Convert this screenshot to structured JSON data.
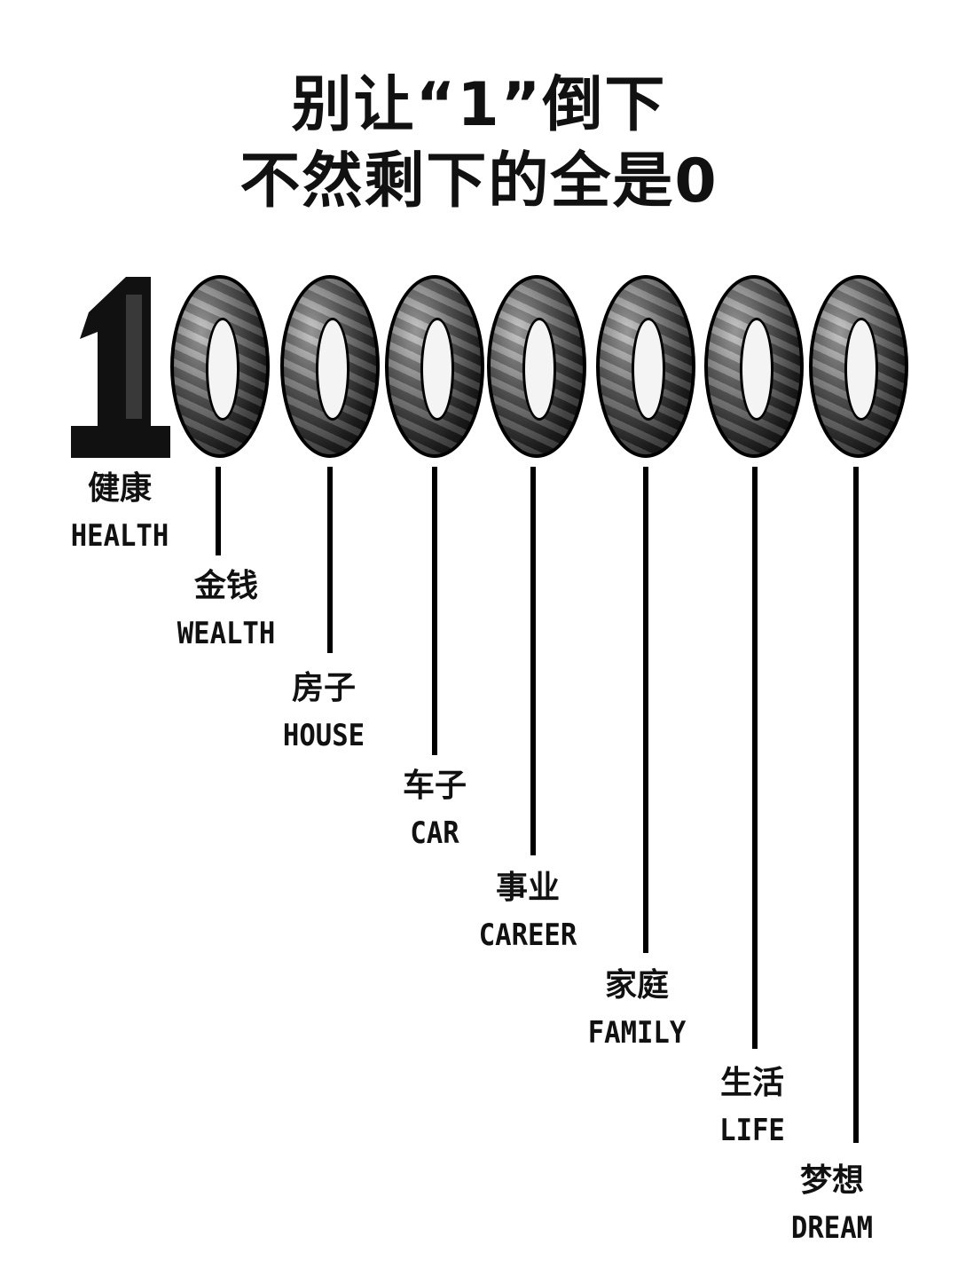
{
  "title": {
    "line1": "别让“1”倒下",
    "line2": "不然剩下的全是0"
  },
  "number_graphic": {
    "digits": "10000000"
  },
  "items": [
    {
      "cn": "健康",
      "en": "HEALTH"
    },
    {
      "cn": "金钱",
      "en": "WEALTH"
    },
    {
      "cn": "房子",
      "en": "HOUSE"
    },
    {
      "cn": "车子",
      "en": "CAR"
    },
    {
      "cn": "事业",
      "en": "CAREER"
    },
    {
      "cn": "家庭",
      "en": "FAMILY"
    },
    {
      "cn": "生活",
      "en": "LIFE"
    },
    {
      "cn": "梦想",
      "en": "DREAM"
    }
  ]
}
